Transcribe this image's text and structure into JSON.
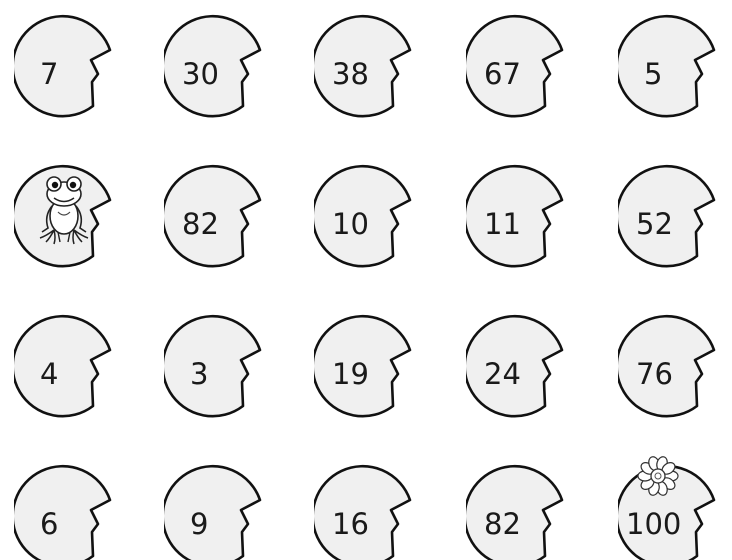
{
  "board": {
    "colors": {
      "pad_fill": "#f0f0f0",
      "pad_stroke": "#111111",
      "text": "#1a1a1a"
    },
    "rows": [
      [
        "7",
        "30",
        "38",
        "67",
        "5"
      ],
      [
        "frog",
        "82",
        "10",
        "11",
        "52"
      ],
      [
        "4",
        "3",
        "19",
        "24",
        "76"
      ],
      [
        "6",
        "9",
        "16",
        "82",
        "100"
      ]
    ],
    "special": {
      "frog_pad": {
        "row": 1,
        "col": 0,
        "icon": "frog-icon"
      },
      "flower_pad": {
        "row": 3,
        "col": 4,
        "icon": "flower-icon"
      }
    }
  }
}
